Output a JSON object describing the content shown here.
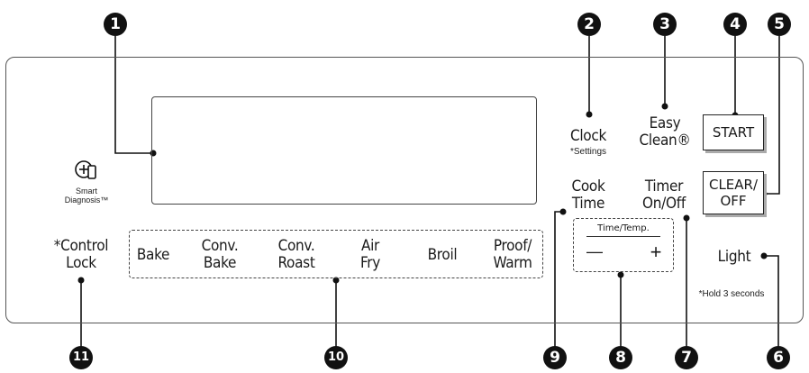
{
  "callouts": [
    "1",
    "2",
    "3",
    "4",
    "5",
    "6",
    "7",
    "8",
    "9",
    "10",
    "11"
  ],
  "smart_diagnosis": {
    "line1": "Smart",
    "line2": "Diagnosis™",
    "icon": "smart-diagnosis-icon"
  },
  "clock": {
    "label": "Clock",
    "sub": "*Settings"
  },
  "easy_clean": {
    "line1": "Easy",
    "line2": "Clean®"
  },
  "start": {
    "label": "START"
  },
  "clear_off": {
    "line1": "CLEAR/",
    "line2": "OFF"
  },
  "cook_time": {
    "line1": "Cook",
    "line2": "Time"
  },
  "timer": {
    "line1": "Timer",
    "line2": "On/Off"
  },
  "time_temp": {
    "title": "Time/Temp.",
    "minus": "—",
    "plus": "+"
  },
  "light": {
    "label": "Light",
    "note": "*Hold 3 seconds"
  },
  "control_lock": {
    "line1": "*Control",
    "line2": "Lock"
  },
  "modes": [
    {
      "line1": "Bake",
      "line2": ""
    },
    {
      "line1": "Conv.",
      "line2": "Bake"
    },
    {
      "line1": "Conv.",
      "line2": "Roast"
    },
    {
      "line1": "Air",
      "line2": "Fry"
    },
    {
      "line1": "Broil",
      "line2": ""
    },
    {
      "line1": "Proof/",
      "line2": "Warm"
    }
  ]
}
